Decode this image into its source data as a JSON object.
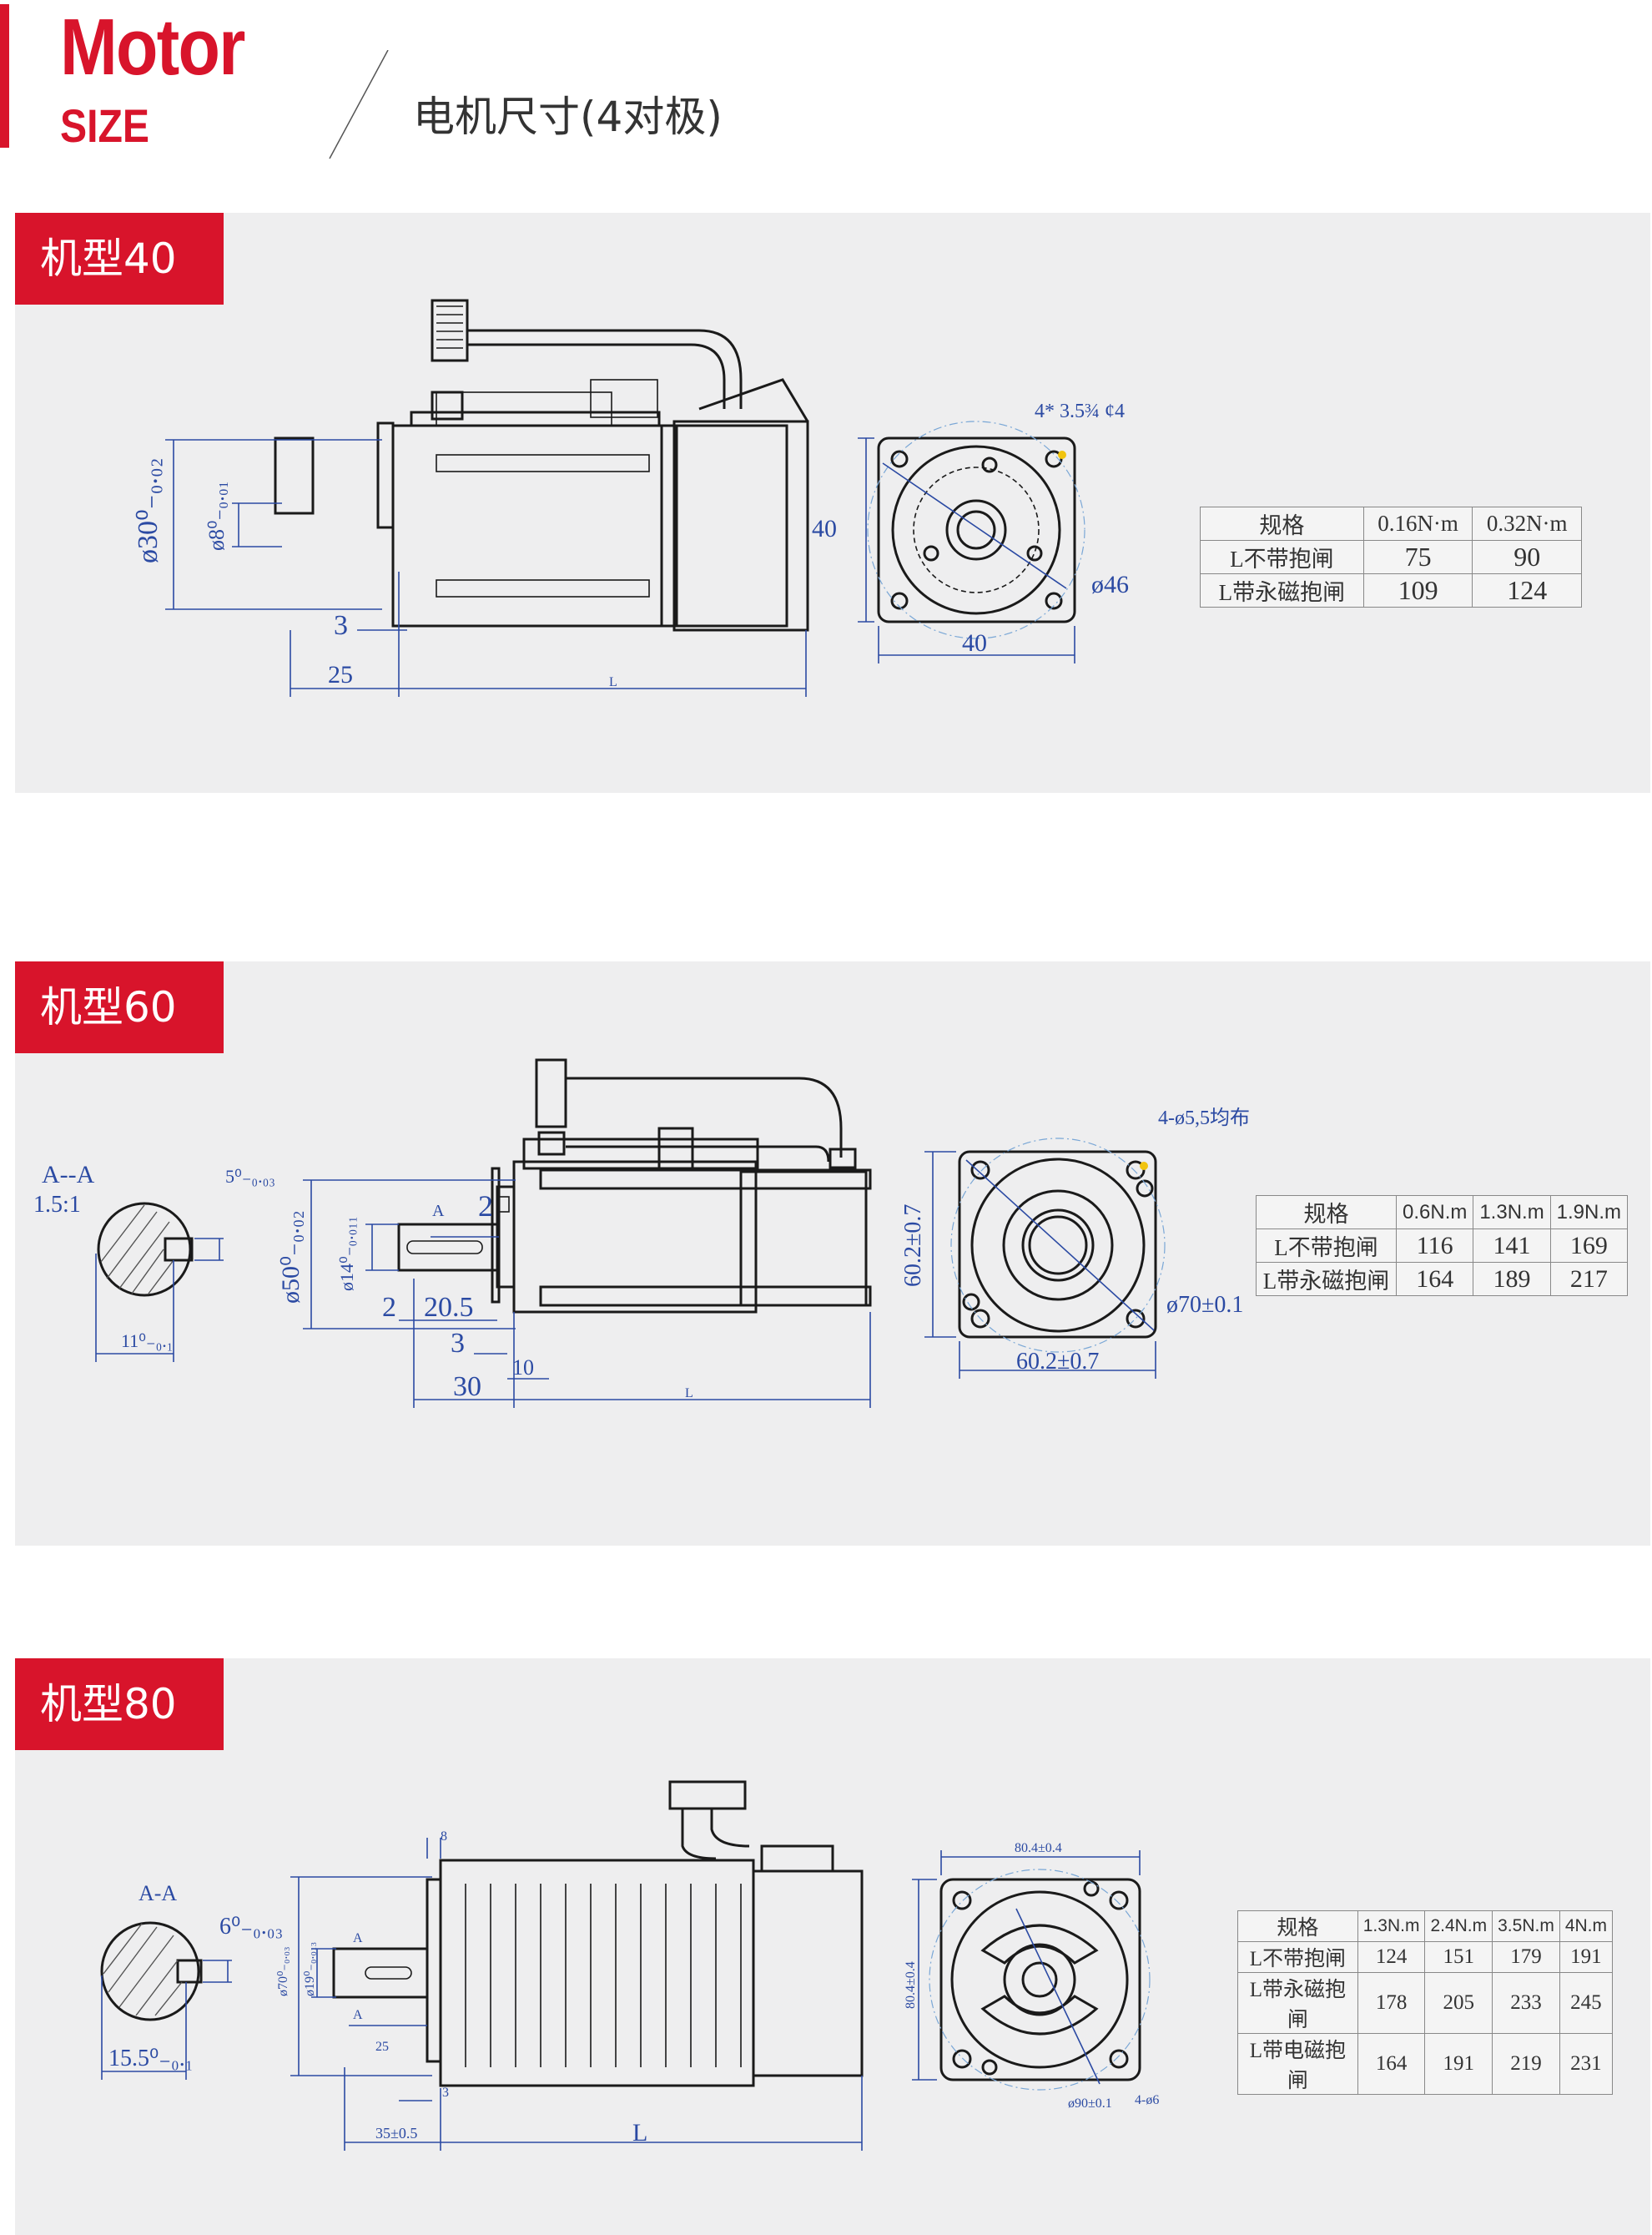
{
  "header": {
    "title": "Motor",
    "subtitle": "SIZE",
    "caption": "电机尺寸(4对极)"
  },
  "sections": [
    {
      "tag": "机型40",
      "side_dims": [
        "ø30⁰₋₀.₀₂",
        "ø8⁰₋₀.₀₁",
        "3",
        "25",
        "L"
      ],
      "front_dims": [
        "4* 3.5¾ ȼ4",
        "40",
        "ø46",
        "40"
      ],
      "table": {
        "headers": [
          "规格",
          "0.16N·m",
          "0.32N·m"
        ],
        "rows": [
          [
            "L不带抱闸",
            "75",
            "90"
          ],
          [
            "L带永磁抱闸",
            "109",
            "124"
          ]
        ]
      }
    },
    {
      "tag": "机型60",
      "section_dims": [
        "A--A",
        "1.5:1",
        "5⁰₋₀.₀₃",
        "11⁰₋₀.₁"
      ],
      "side_dims": [
        "ø50⁰₋₀.₀₂",
        "ø14⁰₋₀.₀₁₁",
        "A",
        "2",
        "2",
        "20.5",
        "3",
        "30",
        "10",
        "L"
      ],
      "front_dims": [
        "4-ø5,5均布",
        "60.2±0.7",
        "ø70±0.1",
        "60.2±0.7"
      ],
      "table": {
        "headers": [
          "规格",
          "0.6N.m",
          "1.3N.m",
          "1.9N.m"
        ],
        "rows": [
          [
            "L不带抱闸",
            "116",
            "141",
            "169"
          ],
          [
            "L带永磁抱闸",
            "164",
            "189",
            "217"
          ]
        ]
      }
    },
    {
      "tag": "机型80",
      "section_dims": [
        "A-A",
        "6⁰₋₀.₀₃",
        "15.5⁰₋₀.₁"
      ],
      "side_dims": [
        "8",
        "ø70⁰₋₀.₀₃",
        "ø19⁰₋₀.₀₁₃",
        "A",
        "A",
        "25",
        "3",
        "35±0.5",
        "L"
      ],
      "front_dims": [
        "80.4±0.4",
        "80.4±0.4",
        "ø90±0.1",
        "4-ø6"
      ],
      "table": {
        "headers": [
          "规格",
          "1.3N.m",
          "2.4N.m",
          "3.5N.m",
          "4N.m"
        ],
        "rows": [
          [
            "L不带抱闸",
            "124",
            "151",
            "179",
            "191"
          ],
          [
            "L带永磁抱闸",
            "178",
            "205",
            "233",
            "245"
          ],
          [
            "L带电磁抱闸",
            "164",
            "191",
            "219",
            "231"
          ]
        ]
      }
    }
  ]
}
